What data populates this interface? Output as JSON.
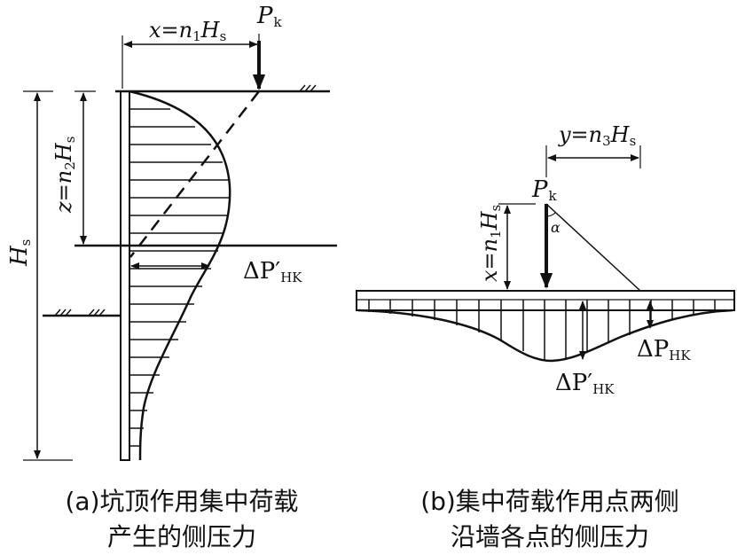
{
  "panel_a": {
    "load_label": "P",
    "load_sub": "k",
    "x_label": "x=n",
    "x_sub1": "1",
    "x_label_b": "H",
    "x_sub2": "s",
    "z_label": "z=n",
    "z_sub1": "2",
    "z_label_b": "H",
    "z_sub2": "s",
    "hs_label": "H",
    "hs_sub": "s",
    "dp_label": "ΔP′",
    "dp_sub": "HK",
    "caption_line1": "(a)坑顶作用集中荷载",
    "caption_line2": "产生的侧压力"
  },
  "panel_b": {
    "load_label": "P",
    "load_sub": "k",
    "y_label": "y=n",
    "y_sub1": "3",
    "y_label_b": "H",
    "y_sub2": "s",
    "x_label": "x=n",
    "x_sub1": "1",
    "x_label_b": "H",
    "x_sub2": "s",
    "alpha": "α",
    "dp_label": "ΔP",
    "dp_sub": "HK",
    "dp2_label": "ΔP′",
    "dp2_sub": "HK",
    "caption_line1": "(b)集中荷载作用点两侧",
    "caption_line2": "沿墙各点的侧压力"
  }
}
